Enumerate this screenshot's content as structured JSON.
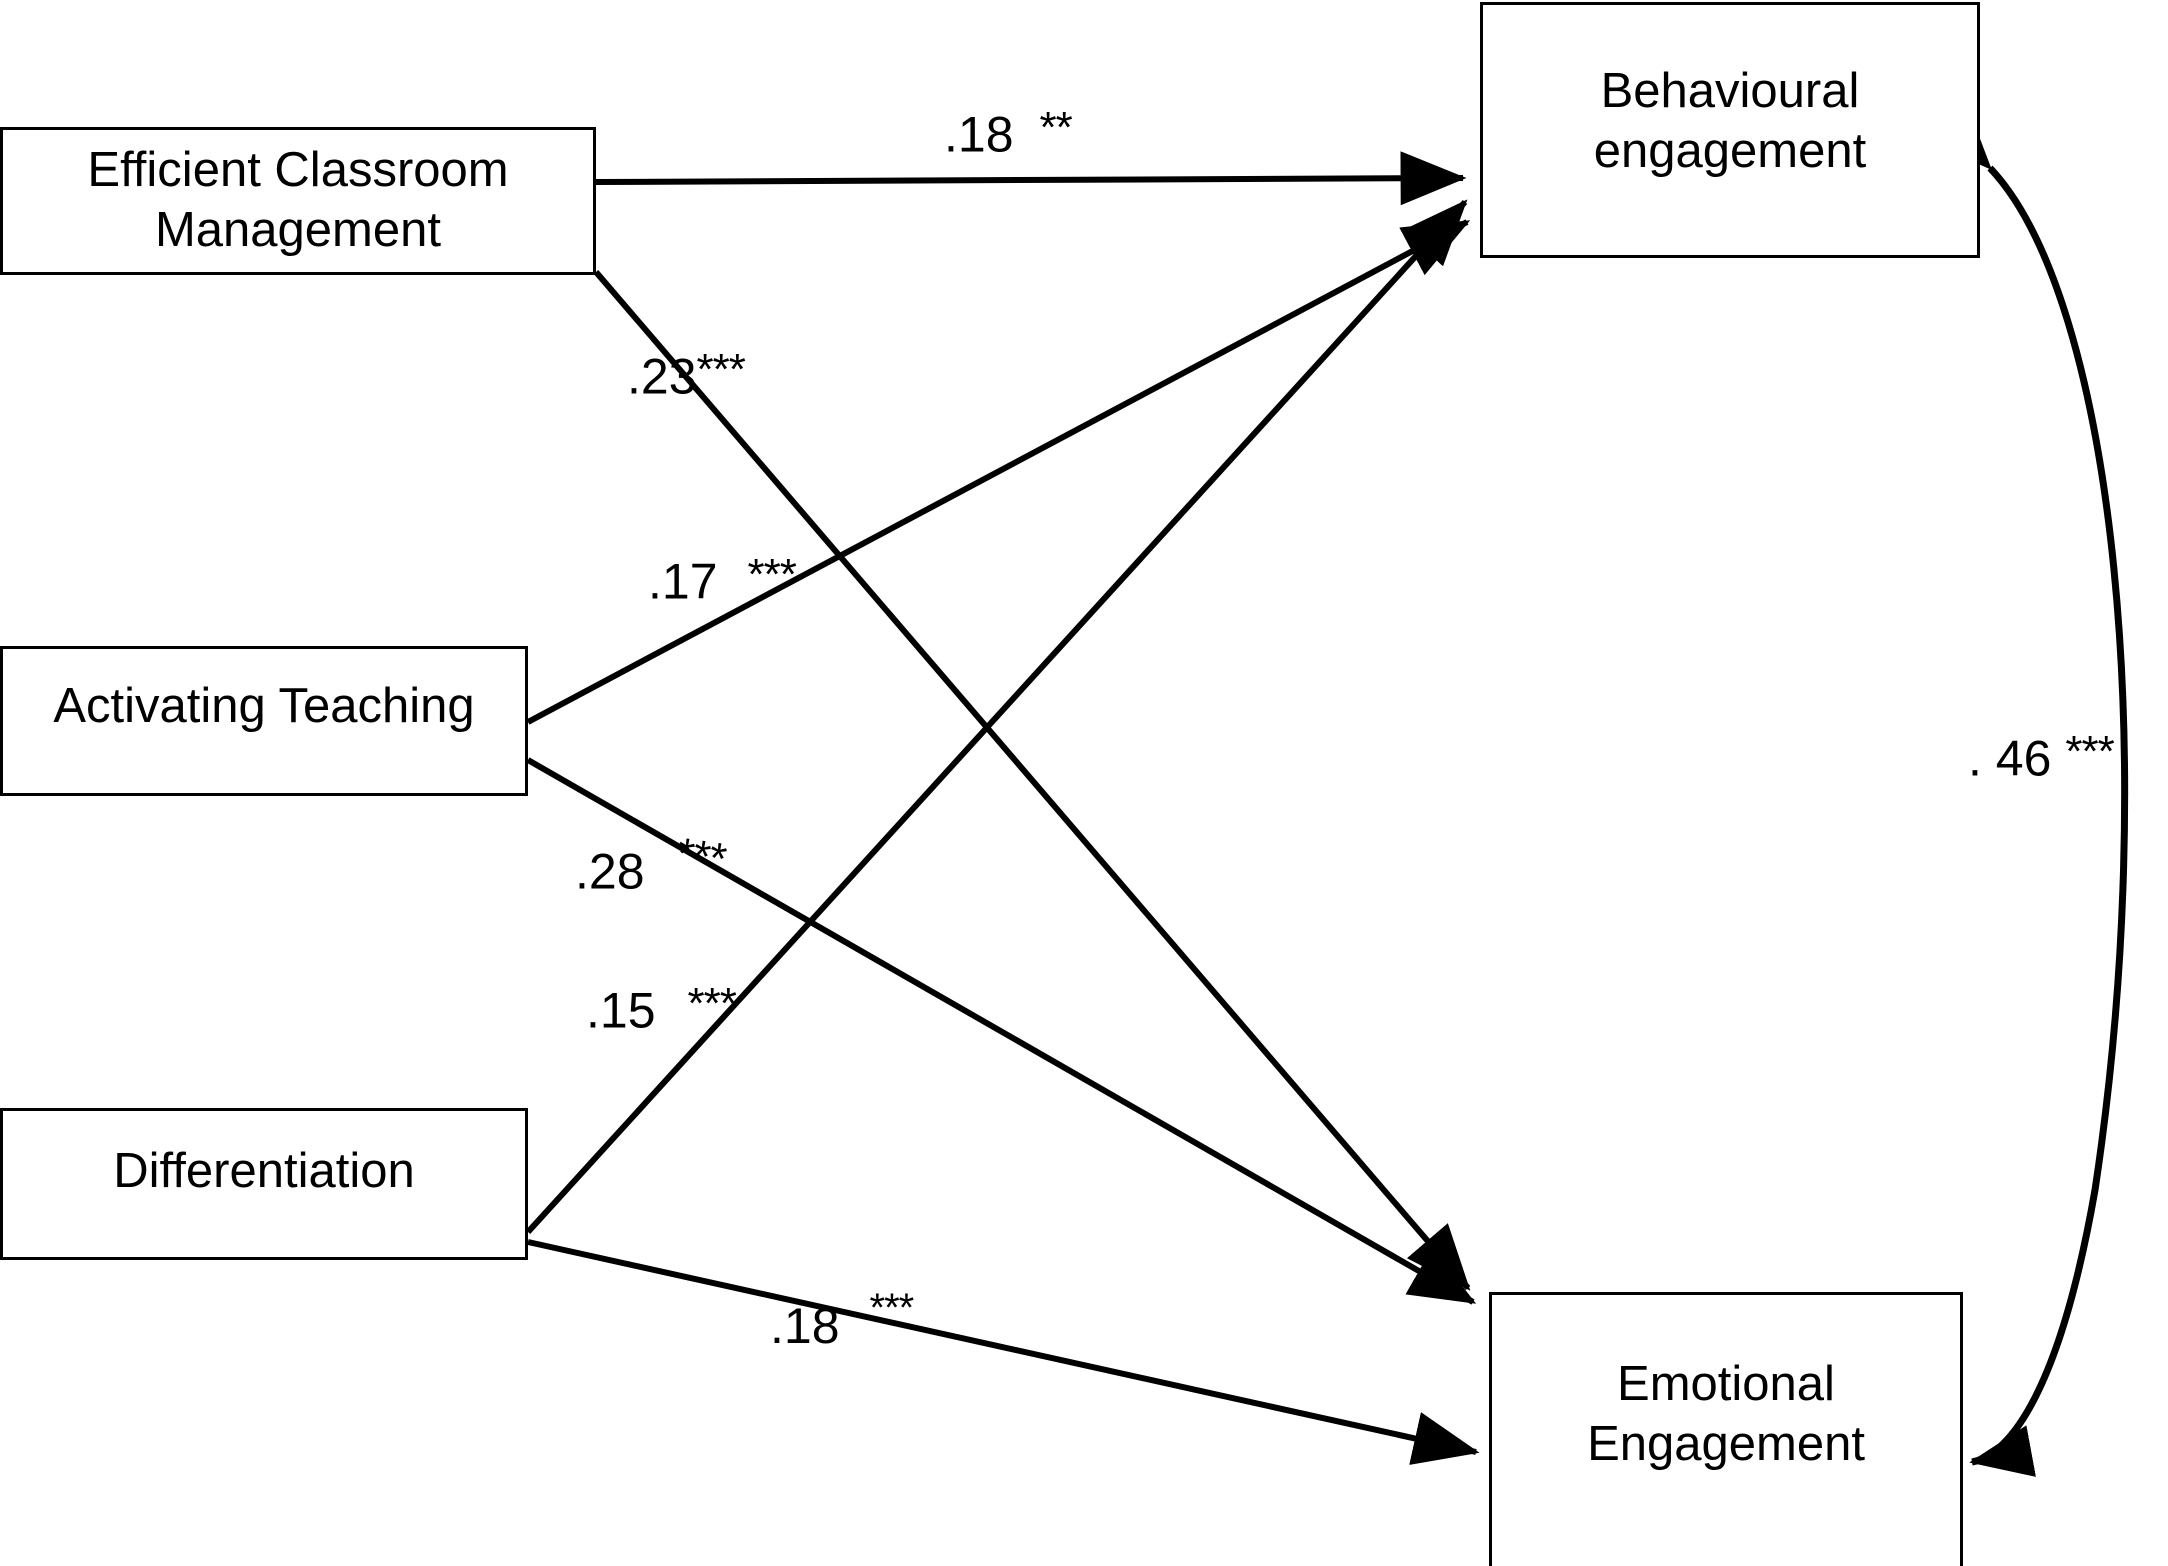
{
  "figure": {
    "type": "path-diagram",
    "background_color": "#ffffff",
    "line_color": "#000000"
  },
  "nodes": [
    {
      "id": "efficient-classroom-management",
      "label": "Efficient Classroom\nManagement",
      "role": "predictor"
    },
    {
      "id": "activating-teaching",
      "label": "Activating Teaching",
      "role": "predictor"
    },
    {
      "id": "differentiation",
      "label": "Differentiation",
      "role": "predictor"
    },
    {
      "id": "behavioural-engagement",
      "label": "Behavioural\nengagement",
      "role": "outcome"
    },
    {
      "id": "emotional-engagement",
      "label": "Emotional\nEngagement",
      "role": "outcome"
    }
  ],
  "paths": [
    {
      "id": "ecm-to-behavioural",
      "from": "efficient-classroom-management",
      "to": "behavioural-engagement",
      "coefficient": ".18",
      "significance": "**",
      "label": ".18 **"
    },
    {
      "id": "ecm-to-emotional",
      "from": "efficient-classroom-management",
      "to": "emotional-engagement",
      "coefficient": ".23",
      "significance": "***",
      "label": ".23***"
    },
    {
      "id": "activating-to-behavioural",
      "from": "activating-teaching",
      "to": "behavioural-engagement",
      "coefficient": ".17",
      "significance": "***",
      "label": ".17 ***"
    },
    {
      "id": "activating-to-emotional",
      "from": "activating-teaching",
      "to": "emotional-engagement",
      "coefficient": ".28",
      "significance": "***",
      "label": ".28 ***"
    },
    {
      "id": "differentiation-to-behavioural",
      "from": "differentiation",
      "to": "behavioural-engagement",
      "coefficient": ".15",
      "significance": "***",
      "label": ".15 ***"
    },
    {
      "id": "differentiation-to-emotional",
      "from": "differentiation",
      "to": "emotional-engagement",
      "coefficient": ".18",
      "significance": "***",
      "label": ".18 ***"
    },
    {
      "id": "behavioural-emotional-correlation",
      "from": "behavioural-engagement",
      "to": "emotional-engagement",
      "coefficient": ". 46",
      "significance": "***",
      "label": ". 46 ***",
      "bidirectional": true
    }
  ],
  "labels": {
    "ecm_behavioural": {
      "value": ".18",
      "stars": "**"
    },
    "ecm_emotional": {
      "value": ".23",
      "stars": "***"
    },
    "activating_behavioural": {
      "value": ".17",
      "stars": "***"
    },
    "activating_emotional": {
      "value": ".28",
      "stars": "***"
    },
    "differentiation_behavioural": {
      "value": ".15",
      "stars": "***"
    },
    "differentiation_emotional": {
      "value": ".18",
      "stars": "***"
    },
    "engagement_correlation": {
      "value": ". 46",
      "stars": "***"
    }
  }
}
